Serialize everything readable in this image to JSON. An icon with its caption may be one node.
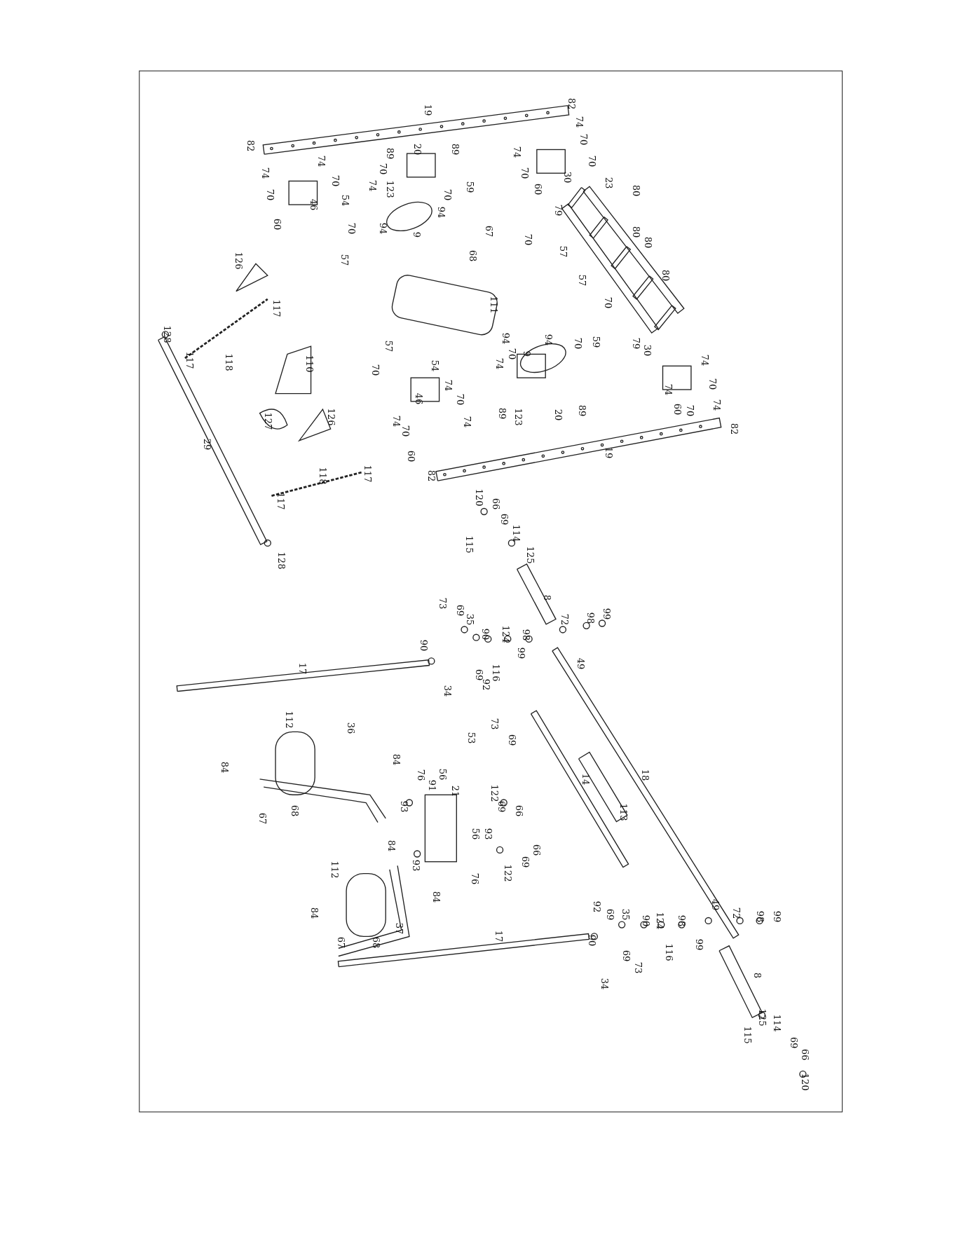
{
  "diagram": {
    "labels": [
      "19",
      "82",
      "74",
      "74",
      "70",
      "70",
      "46",
      "60",
      "54",
      "70",
      "57",
      "89",
      "20",
      "89",
      "70",
      "74",
      "123",
      "70",
      "59",
      "94",
      "94",
      "9",
      "82",
      "74",
      "70",
      "74",
      "70",
      "70",
      "30",
      "60",
      "23",
      "80",
      "79",
      "70",
      "57",
      "67",
      "68",
      "111",
      "80",
      "80",
      "80",
      "57",
      "70",
      "126",
      "117",
      "128",
      "117",
      "118",
      "110",
      "57",
      "70",
      "54",
      "74",
      "46",
      "70",
      "74",
      "74",
      "70",
      "60",
      "94",
      "70",
      "74",
      "9",
      "94",
      "70",
      "59",
      "89",
      "123",
      "20",
      "89",
      "79",
      "30",
      "74",
      "70",
      "74",
      "74",
      "60",
      "70",
      "82",
      "82",
      "19",
      "127",
      "126",
      "29",
      "118",
      "117",
      "117",
      "128",
      "120",
      "66",
      "69",
      "114",
      "115",
      "125",
      "8",
      "73",
      "69",
      "35",
      "90",
      "124",
      "98",
      "72",
      "98",
      "99",
      "90",
      "99",
      "49",
      "17",
      "69",
      "116",
      "92",
      "34",
      "112",
      "84",
      "36",
      "73",
      "53",
      "69",
      "84",
      "76",
      "56",
      "91",
      "21",
      "122",
      "69",
      "66",
      "14",
      "18",
      "93",
      "113",
      "67",
      "68",
      "56",
      "93",
      "84",
      "66",
      "93",
      "69",
      "122",
      "76",
      "112",
      "84",
      "84",
      "92",
      "69",
      "35",
      "90",
      "124",
      "98",
      "72",
      "49",
      "98",
      "99",
      "90",
      "116",
      "99",
      "37",
      "67",
      "68",
      "17",
      "69",
      "73",
      "34",
      "8",
      "125",
      "114",
      "115",
      "69",
      "66",
      "120"
    ]
  }
}
